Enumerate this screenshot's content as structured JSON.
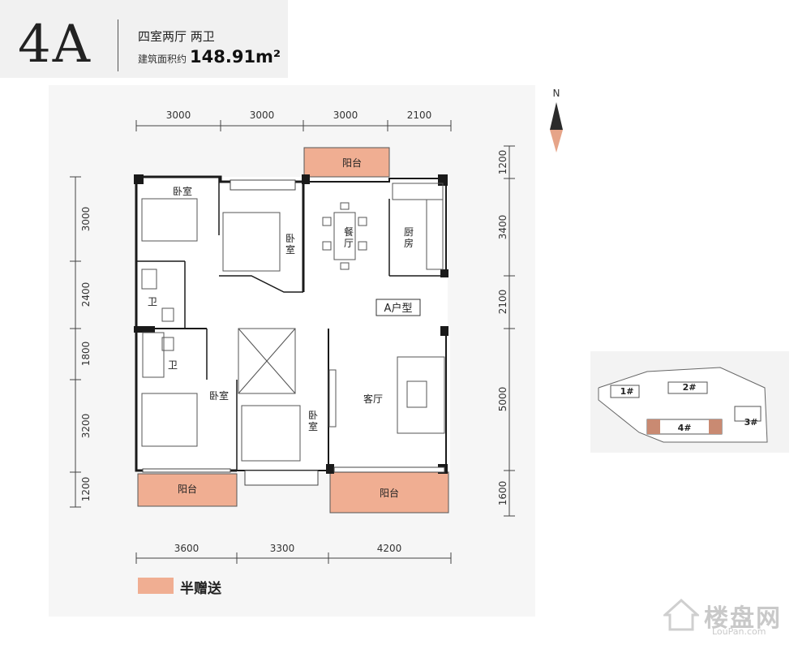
{
  "header": {
    "unit_code": "4A",
    "rooms_summary": "四室两厅 两卫",
    "area_label": "建筑面积约",
    "area_value": "148.91m²"
  },
  "compass": {
    "north": "N"
  },
  "dimensions": {
    "top": [
      "3000",
      "3000",
      "3000",
      "2100"
    ],
    "bottom": [
      "3600",
      "3300",
      "4200"
    ],
    "left": [
      "3000",
      "2400",
      "1800",
      "3200",
      "1200"
    ],
    "right": [
      "1200",
      "3400",
      "2100",
      "5000",
      "1600"
    ]
  },
  "rooms": {
    "bedroom_nw": "卧室",
    "bedroom_n_char1": "卧",
    "bedroom_n_char2": "室",
    "dining_char1": "餐",
    "dining_char2": "厅",
    "kitchen_char1": "厨",
    "kitchen_char2": "房",
    "bath_upper": "卫",
    "bath_lower": "卫",
    "unit_type": "A户型",
    "bedroom_sw": "卧室",
    "bedroom_s_char1": "卧",
    "bedroom_s_char2": "室",
    "living": "客厅",
    "balcony_top": "阳台",
    "balcony_bottom_left": "阳台",
    "balcony_bottom_right": "阳台"
  },
  "site_map": {
    "buildings": [
      "1#",
      "2#",
      "3#",
      "4#"
    ]
  },
  "legend": {
    "label": "半赠送"
  },
  "watermark": {
    "text": "楼盘网",
    "sub": "LouPan.com"
  },
  "colors": {
    "balcony": "#f0ae92",
    "wall": "#1a1a1a",
    "highlight": "#c98a72"
  }
}
